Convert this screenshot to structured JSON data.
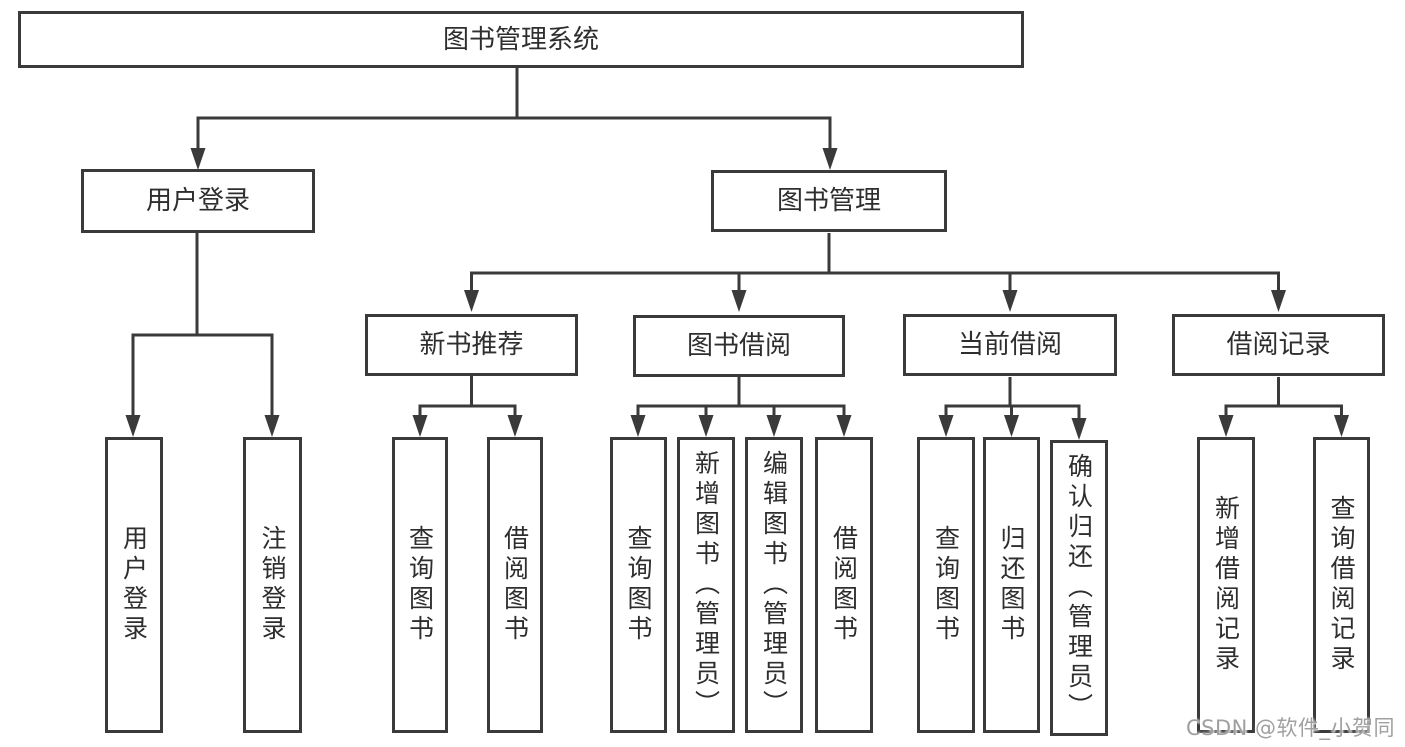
{
  "diagram": {
    "root": "图书管理系统",
    "level1": [
      "用户登录",
      "图书管理"
    ],
    "level2": [
      "新书推荐",
      "图书借阅",
      "当前借阅",
      "借阅记录"
    ],
    "leaves": {
      "login": [
        "用户登录",
        "注销登录"
      ],
      "recommend": [
        "查询图书",
        "借阅图书"
      ],
      "borrow": [
        "查询图书",
        "新增图书（管理员）",
        "编辑图书（管理员）",
        "借阅图书"
      ],
      "current": [
        "查询图书",
        "归还图书",
        "确认归还（管理员）"
      ],
      "records": [
        "新增借阅记录",
        "查询借阅记录"
      ]
    }
  },
  "watermark": "CSDN @软件_小贺同学",
  "colors": {
    "line": "#3a3a3a",
    "text": "#2e2e2e",
    "background": "#ffffff",
    "watermark": "#a0a0a0"
  }
}
